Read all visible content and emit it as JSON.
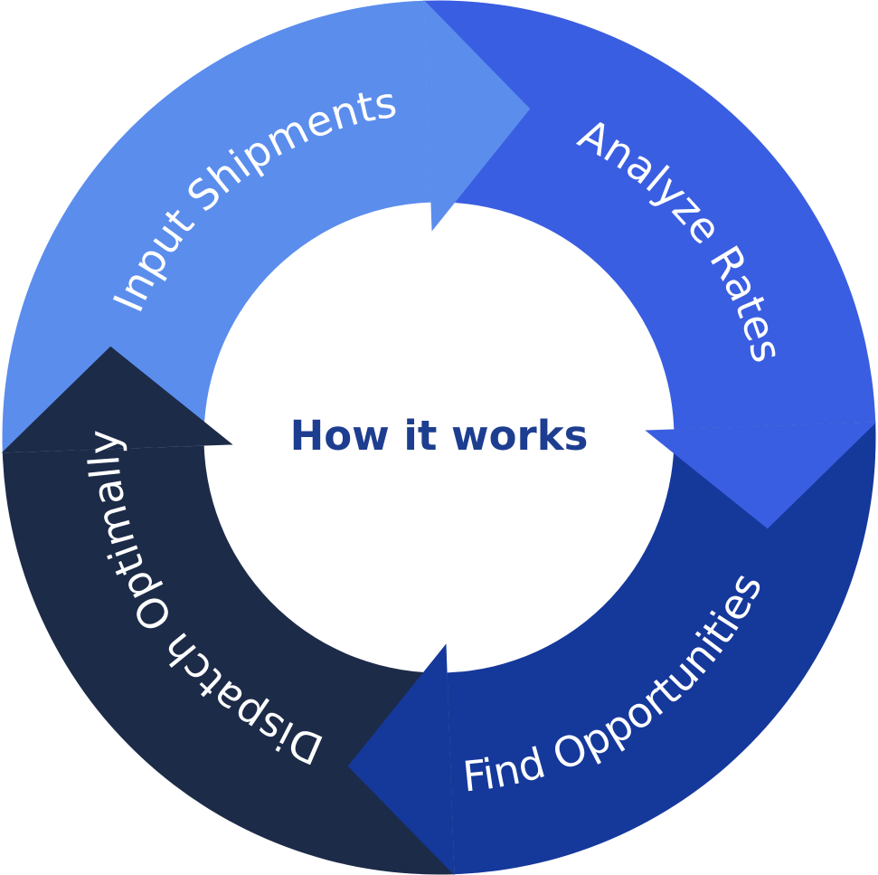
{
  "diagram": {
    "title": "How it works",
    "title_color": "#1D3E90",
    "label_text_color": "#FFFFFF",
    "background_color": "#FFFFFF",
    "flow_direction": "clockwise",
    "segments": [
      {
        "id": "input-shipments",
        "label": "Input Shipments",
        "color": "#5B8DED"
      },
      {
        "id": "analyze-rates",
        "label": "Analyze Rates",
        "color": "#3A5EE1"
      },
      {
        "id": "find-opportunities",
        "label": "Find Opportunities",
        "color": "#15389B"
      },
      {
        "id": "dispatch-optimally",
        "label": "Dispatch Optimally",
        "color": "#1C2B48"
      }
    ]
  }
}
